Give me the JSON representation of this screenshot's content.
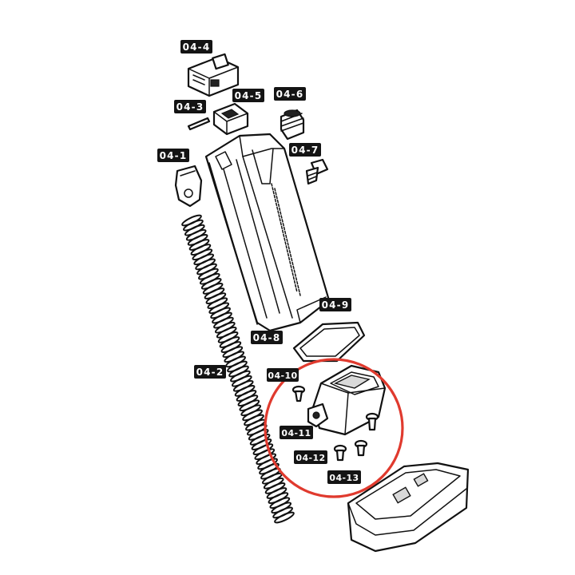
{
  "diagram": {
    "highlight_color": "#e03a2e",
    "label_bg": "#141414",
    "label_text_color": "#ffffff",
    "labels": [
      {
        "id": "p-04-4",
        "text": "04-4"
      },
      {
        "id": "p-04-3",
        "text": "04-3"
      },
      {
        "id": "p-04-5",
        "text": "04-5"
      },
      {
        "id": "p-04-6",
        "text": "04-6"
      },
      {
        "id": "p-04-7",
        "text": "04-7"
      },
      {
        "id": "p-04-1",
        "text": "04-1"
      },
      {
        "id": "p-04-9",
        "text": "04-9"
      },
      {
        "id": "p-04-8",
        "text": "04-8"
      },
      {
        "id": "p-04-2",
        "text": "04-2"
      },
      {
        "id": "p-04-10",
        "text": "04-10"
      },
      {
        "id": "p-04-11",
        "text": "04-11"
      },
      {
        "id": "p-04-12",
        "text": "04-12"
      },
      {
        "id": "p-04-13",
        "text": "04-13"
      }
    ]
  }
}
